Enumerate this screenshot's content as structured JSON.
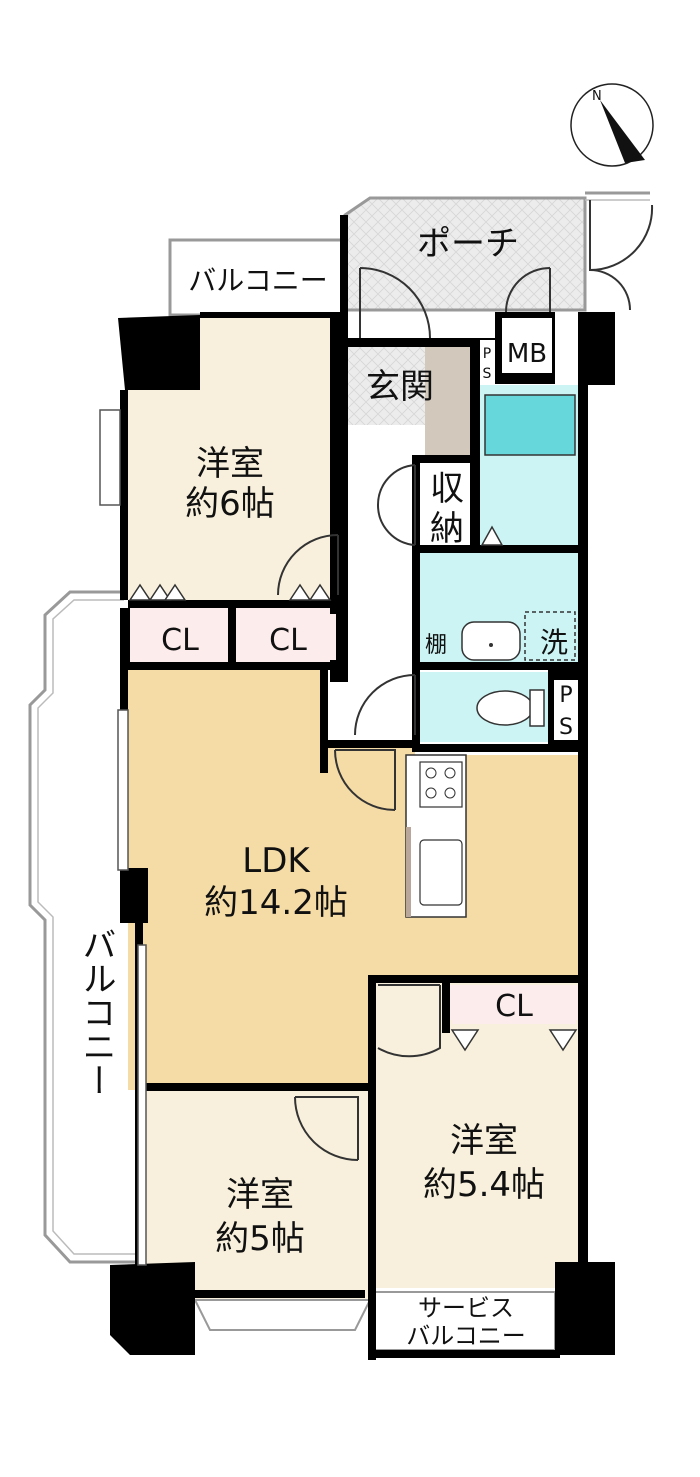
{
  "compass": {
    "north_label": "N"
  },
  "rooms": {
    "porch": "ポーチ",
    "balcony_top": "バルコニー",
    "genkan": "玄関",
    "mb": "MB",
    "ps_top_1": "P",
    "ps_top_2": "S",
    "western_6_name": "洋室",
    "western_6_size": "約6帖",
    "storage_1": "収",
    "storage_2": "納",
    "cl_1": "CL",
    "cl_2": "CL",
    "shelf": "棚",
    "washer": "洗",
    "ps_wc_1": "P",
    "ps_wc_2": "S",
    "ldk_name": "LDK",
    "ldk_size": "約14.2帖",
    "cl_3": "CL",
    "western_54_name": "洋室",
    "western_54_size": "約5.4帖",
    "western_5_name": "洋室",
    "western_5_size": "約5帖",
    "service_balcony_1": "サービス",
    "service_balcony_2": "バルコニー",
    "balcony_left": "バルコニー"
  },
  "colors": {
    "western_room": "#f8f0dc",
    "ldk": "#f5dca7",
    "wet_area": "#ccf4f4",
    "closet": "#fcecec",
    "genkan_floor": "#d2c9bc",
    "porch_floor": "#e8e8e8",
    "hall": "#ffffff",
    "wall": "#000000"
  }
}
